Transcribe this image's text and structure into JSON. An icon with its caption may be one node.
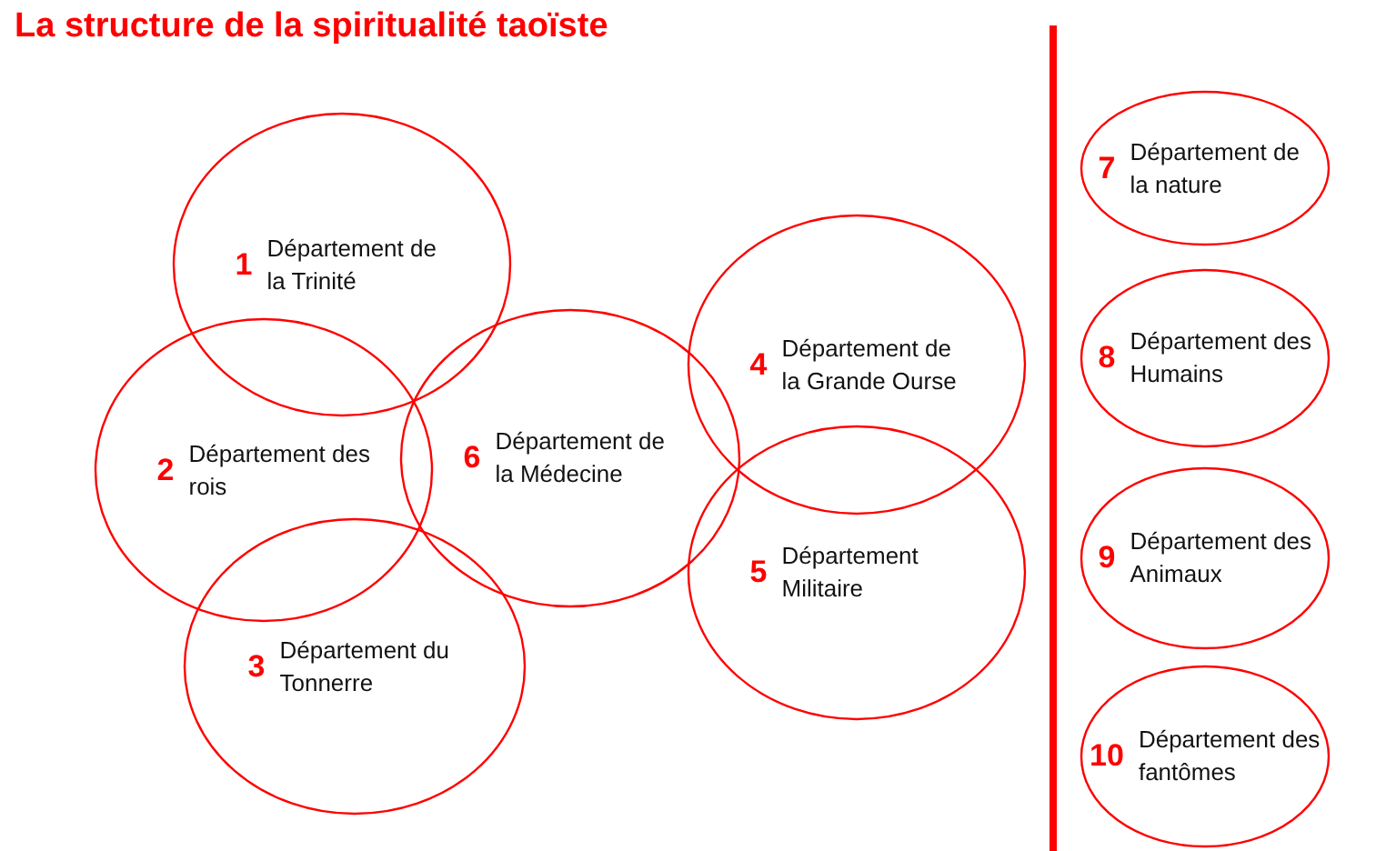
{
  "diagram": {
    "title": "La structure de la spiritualité taoïste",
    "nodes": [
      {
        "text": [
          "1",
          "Département de la Trinité"
        ]
      },
      {
        "text": [
          "2",
          "Département des rois"
        ]
      },
      {
        "text": [
          "3",
          "Département du Tonnerre"
        ]
      },
      {
        "text": [
          "4",
          "Département de la Grande Ourse"
        ]
      },
      {
        "text": [
          "5",
          "Département Militaire"
        ]
      },
      {
        "text": [
          "6",
          "Département de la Médecine"
        ]
      },
      {
        "text": [
          "7",
          "Département de la nature"
        ]
      },
      {
        "text": [
          "8",
          "Département des Humains"
        ]
      },
      {
        "text": [
          "9",
          "Département des Animaux"
        ]
      },
      {
        "text": [
          "10",
          "Département des fantômes"
        ]
      }
    ]
  }
}
